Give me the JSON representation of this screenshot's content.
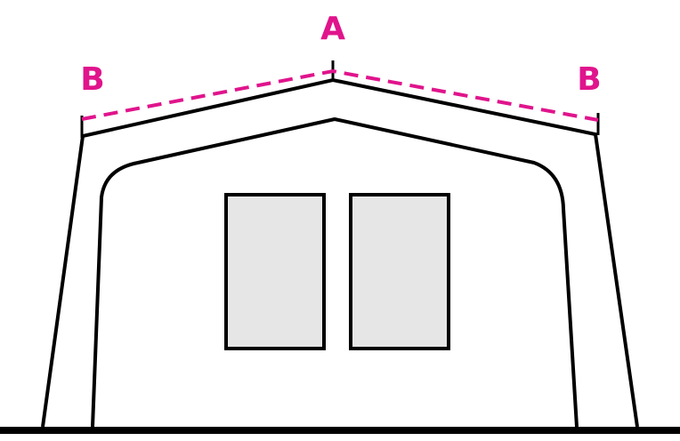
{
  "labels": {
    "peak": "A",
    "left_corner": "B",
    "right_corner": "B"
  },
  "colors": {
    "accent": "#e0148c",
    "outline": "#000000",
    "window_fill": "#e6e6e6",
    "background": "#ffffff"
  }
}
